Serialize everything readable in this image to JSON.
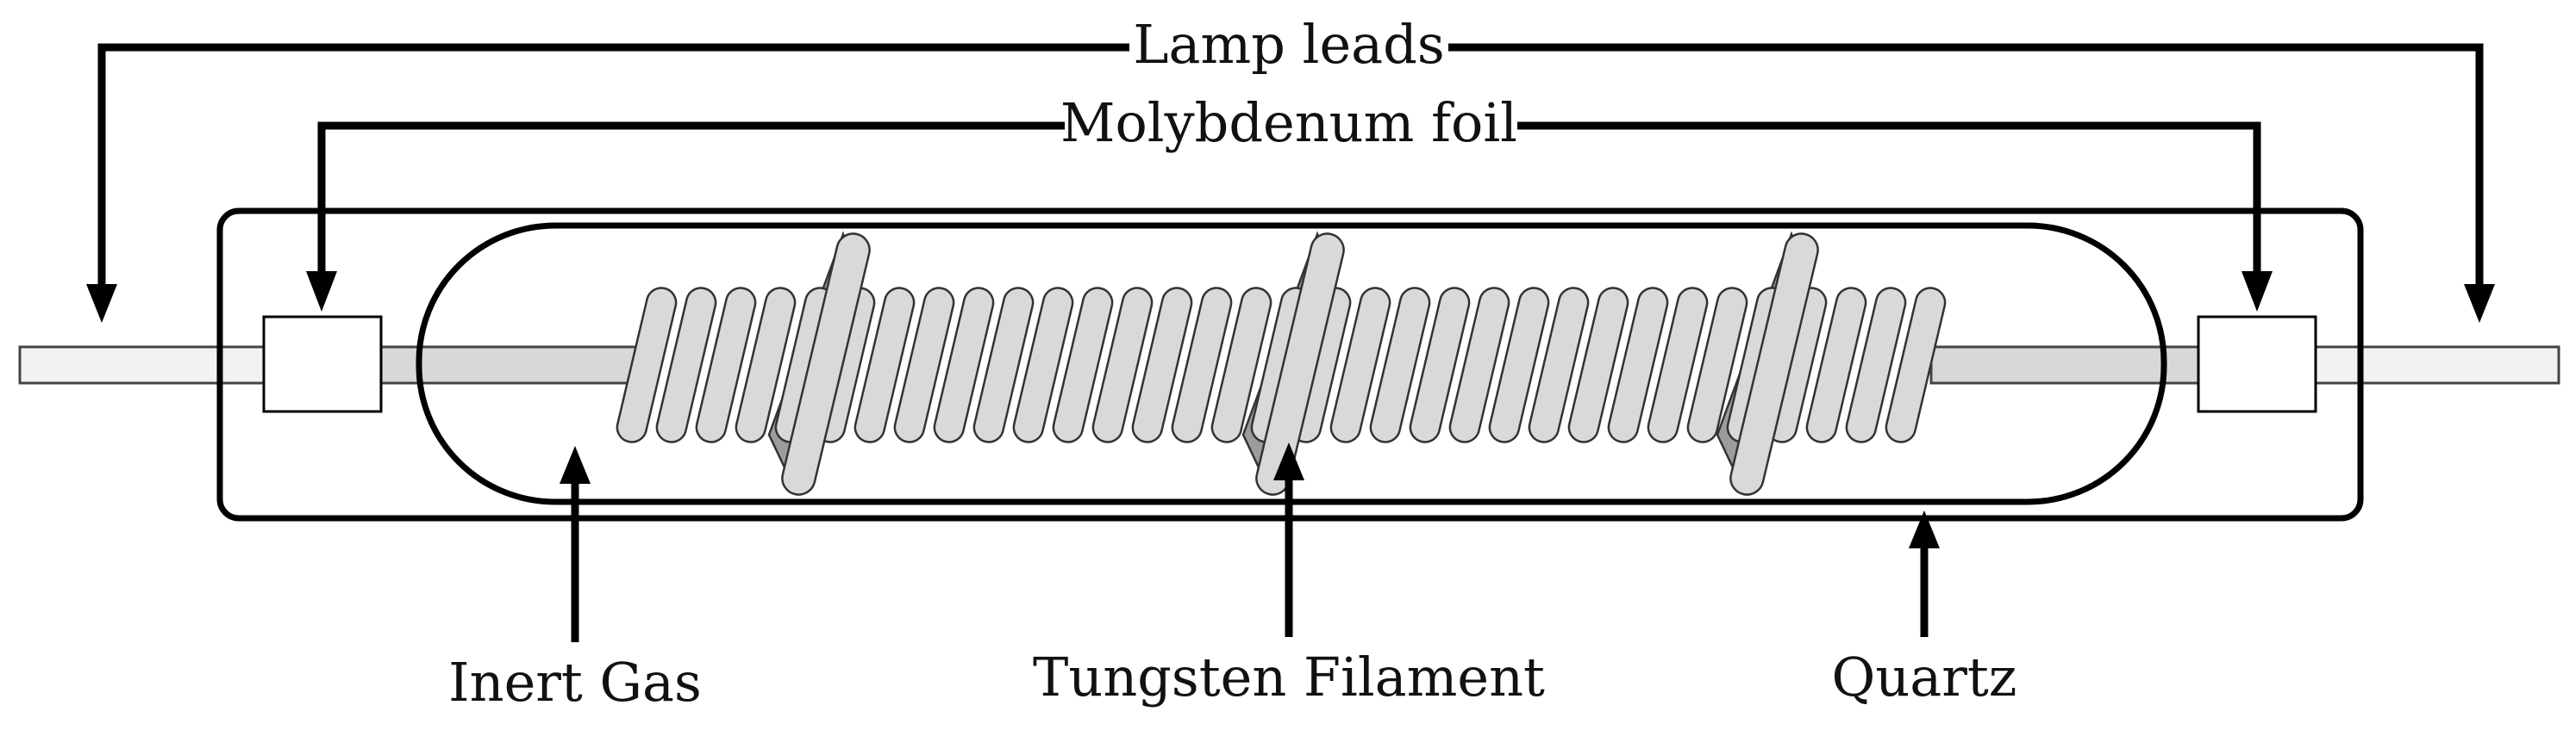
{
  "labels": {
    "lamp_leads": "Lamp leads",
    "molybdenum_foil": "Molybdenum foil",
    "inert_gas": "Inert Gas",
    "tungsten_filament": "Tungsten Filament",
    "quartz": "Quartz"
  },
  "colors": {
    "lead_fill": "#f2f2f2",
    "rod_fill": "#d8d8d8",
    "coil_fill": "#d9d9d9",
    "coil_shadow": "#9c9c9c",
    "outline": "#000000"
  }
}
